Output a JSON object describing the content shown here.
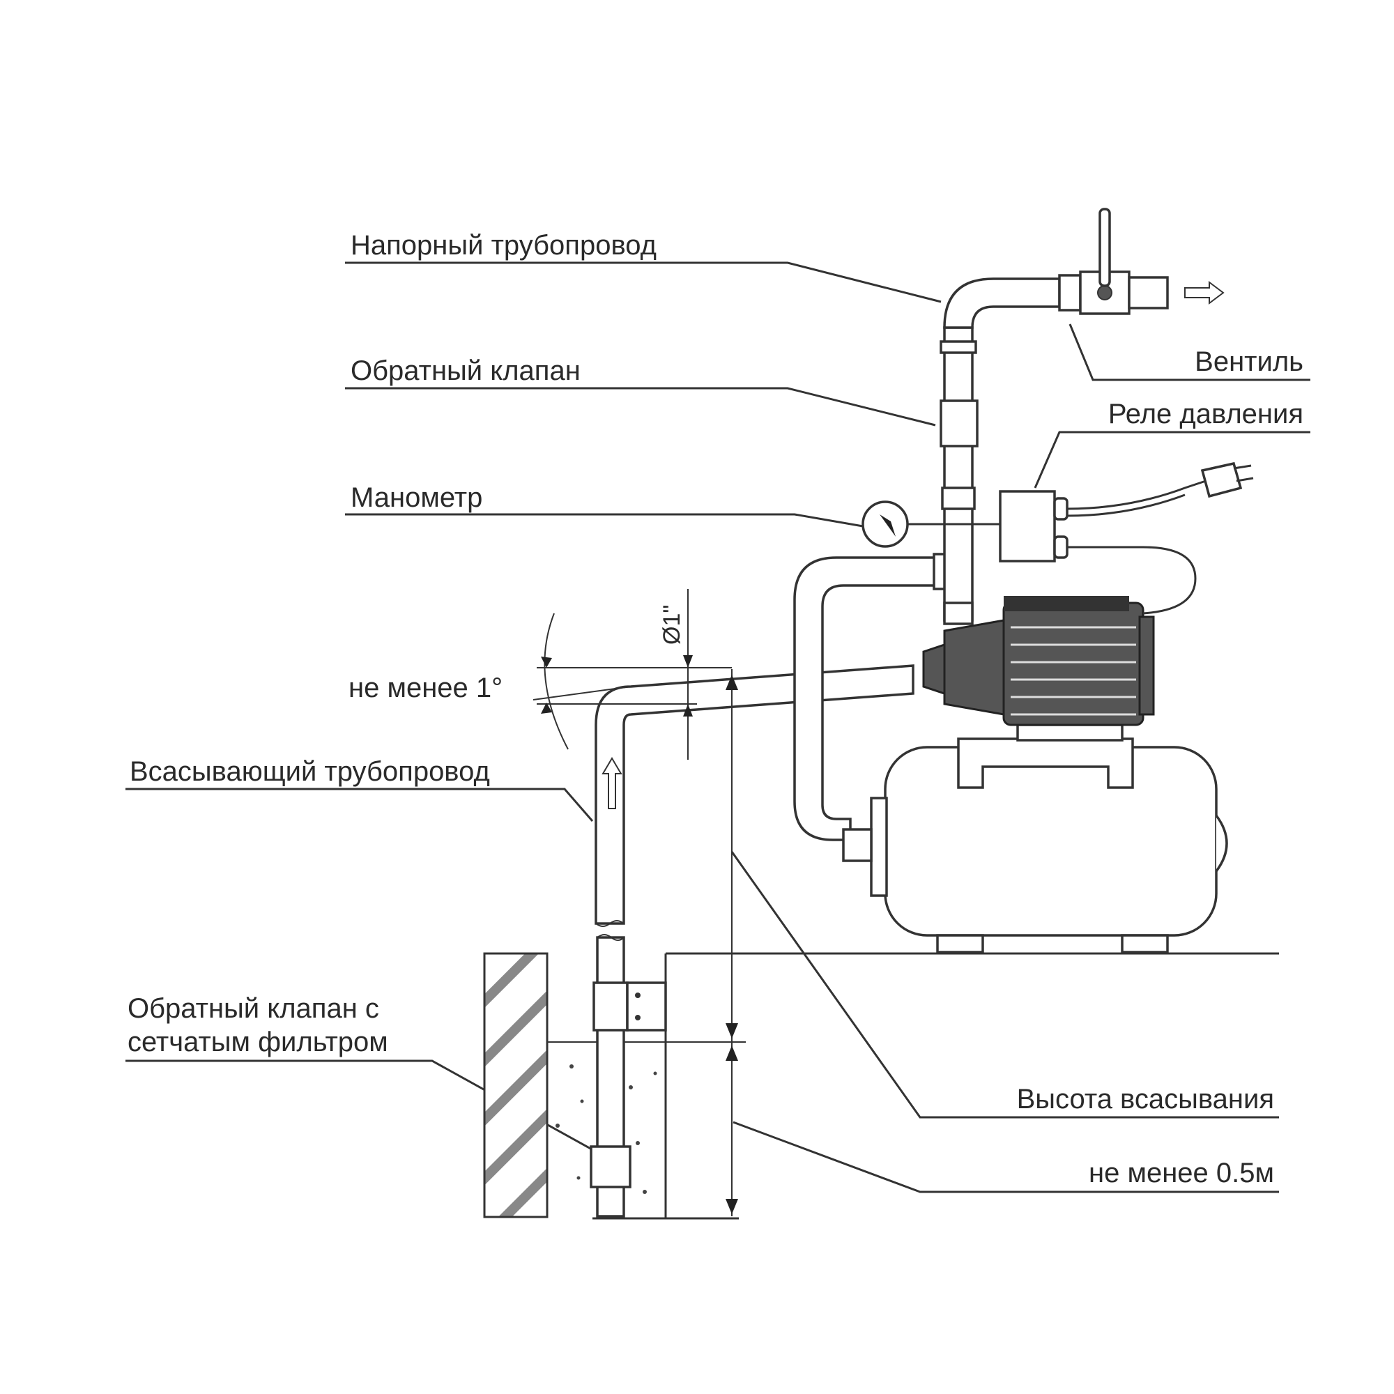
{
  "labels": {
    "pressure_pipe": "Напорный трубопровод",
    "check_valve": "Обратный клапан",
    "pressure_gauge": "Манометр",
    "min_slope": "не менее 1°",
    "suction_pipe": "Всасывающий трубопровод",
    "foot_valve_line1": "Обратный клапан с",
    "foot_valve_line2": "сетчатым фильтром",
    "valve": "Вентиль",
    "pressure_switch": "Реле давления",
    "suction_height": "Высота всасывания",
    "min_depth": "не менее 0.5м",
    "diameter": "Ø1\""
  },
  "colors": {
    "line": "#333333",
    "background": "#ffffff",
    "motor": "#555555"
  }
}
